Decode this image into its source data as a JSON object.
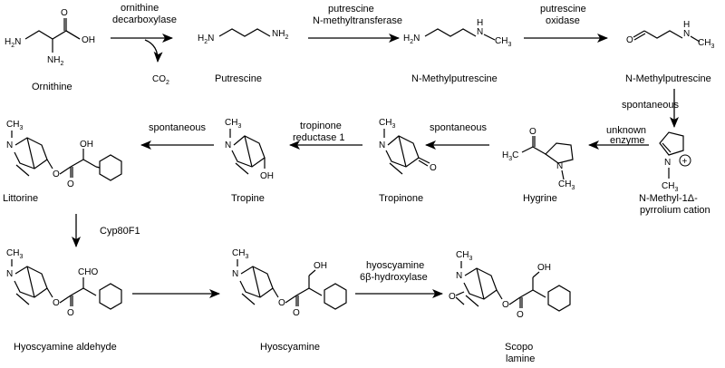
{
  "compounds": {
    "ornithine": "Ornithine",
    "putrescine": "Putrescine",
    "n_methylputrescine": "N-Methylputrescine",
    "n_methylputrescine_aldehyde": "N-Methylputrescine",
    "pyrrolium_line1": "N-Methyl-1Δ-",
    "pyrrolium_line2": "pyrrolium cation",
    "hygrine": "Hygrine",
    "tropinone": "Tropinone",
    "tropine": "Tropine",
    "littorine": "Littorine",
    "hyoscyamine_aldehyde": "Hyoscyamine aldehyde",
    "hyoscyamine": "Hyoscyamine",
    "scopolamine_line1": "Scopo",
    "scopolamine_line2": "lamine"
  },
  "enzymes": {
    "odc_line1": "ornithine",
    "odc_line2": "decarboxylase",
    "co2": "CO",
    "co2_sub": "2",
    "pmt_line1": "putrescine",
    "pmt_line2": "N-methyltransferase",
    "pox_line1": "putrescine",
    "pox_line2": "oxidase",
    "spontaneous_1": "spontaneous",
    "unknown_line1": "unknown",
    "unknown_line2": "enzyme",
    "spontaneous_2": "spontaneous",
    "tr1_line1": "tropinone",
    "tr1_line2": "reductase 1",
    "spontaneous_3": "spontaneous",
    "cyp": "Cyp80F1",
    "h6h_line1": "hyoscyamine",
    "h6h_line2": "6β-hydroxylase"
  },
  "atoms": {
    "N": "N",
    "H2N": "H2N",
    "NH2": "NH2",
    "OH": "OH",
    "O": "O",
    "CH3": "CH3",
    "CHO": "CHO",
    "H3C": "H3C",
    "plus": "+"
  }
}
